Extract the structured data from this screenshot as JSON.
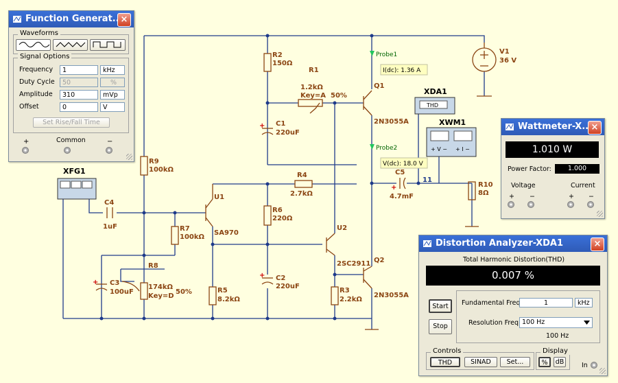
{
  "schematic": {
    "components": {
      "r2": {
        "ref": "R2",
        "value": "150Ω"
      },
      "r1": {
        "ref": "R1",
        "value": "1.2kΩ",
        "key": "Key=A",
        "percent": "50%"
      },
      "c1": {
        "ref": "C1",
        "value": "220uF"
      },
      "q1": {
        "ref": "Q1",
        "model": "2N3055A"
      },
      "probe1": {
        "ref": "Probe1",
        "reading": "I(dc): 1.36 A"
      },
      "probe2": {
        "ref": "Probe2",
        "reading": "V(dc): 18.0 V"
      },
      "v1": {
        "ref": "V1",
        "value": "36 V"
      },
      "xda1": {
        "ref": "XDA1",
        "display": "THD"
      },
      "xwm1": {
        "ref": "XWM1"
      },
      "xfg1": {
        "ref": "XFG1"
      },
      "r9": {
        "ref": "R9",
        "value": "100kΩ"
      },
      "r4": {
        "ref": "R4",
        "value": "2.7kΩ"
      },
      "c5": {
        "ref": "C5",
        "value": "4.7mF"
      },
      "node11": "11",
      "r10": {
        "ref": "R10",
        "value": "8Ω"
      },
      "c4": {
        "ref": "C4",
        "value": "1uF"
      },
      "u1": {
        "ref": "U1",
        "model": "SA970"
      },
      "r6": {
        "ref": "R6",
        "value": "220Ω"
      },
      "r7": {
        "ref": "R7",
        "value": "100kΩ"
      },
      "u2": {
        "ref": "U2",
        "model": "2SC2911"
      },
      "r8": {
        "ref": "R8",
        "value": "174kΩ",
        "key": "Key=D",
        "percent": "50%"
      },
      "c3": {
        "ref": "C3",
        "value": "100uF"
      },
      "c2": {
        "ref": "C2",
        "value": "220uF"
      },
      "r5": {
        "ref": "R5",
        "value": "8.2kΩ"
      },
      "r3": {
        "ref": "R3",
        "value": "2.2kΩ"
      },
      "q2": {
        "ref": "Q2",
        "model": "2N3055A"
      }
    }
  },
  "funcgen": {
    "title": "Function Generat...",
    "close": "×",
    "waveforms_label": "Waveforms",
    "signal_label": "Signal Options",
    "rows": [
      {
        "label": "Frequency",
        "value": "1",
        "unit": "kHz",
        "disabled": false
      },
      {
        "label": "Duty Cycle",
        "value": "50",
        "unit": "%",
        "disabled": true
      },
      {
        "label": "Amplitude",
        "value": "310",
        "unit": "mVp",
        "disabled": false
      },
      {
        "label": "Offset",
        "value": "0",
        "unit": "V",
        "disabled": false
      }
    ],
    "rise_fall_btn": "Set Rise/Fall Time",
    "plus": "+",
    "common": "Common",
    "minus": "−"
  },
  "wattmeter": {
    "title": "Wattmeter-X...",
    "close": "×",
    "reading": "1.010 W",
    "pf_label": "Power Factor:",
    "pf_value": "1.000",
    "voltage_label": "Voltage",
    "current_label": "Current",
    "plus": "+",
    "minus": "−"
  },
  "distortion": {
    "title": "Distortion Analyzer-XDA1",
    "close": "×",
    "thd_heading": "Total Harmonic Distortion(THD)",
    "reading": "0.007 %",
    "start": "Start",
    "stop": "Stop",
    "fund_label": "Fundamental Freq.",
    "fund_value": "1",
    "fund_unit": "kHz",
    "res_label": "Resolution Freq.",
    "res_value": "100 Hz",
    "res_readout": "100 Hz",
    "controls_label": "Controls",
    "thd_btn": "THD",
    "sinad_btn": "SINAD",
    "set_btn": "Set...",
    "display_label": "Display",
    "pct_btn": "%",
    "db_btn": "dB",
    "in_label": "In"
  }
}
